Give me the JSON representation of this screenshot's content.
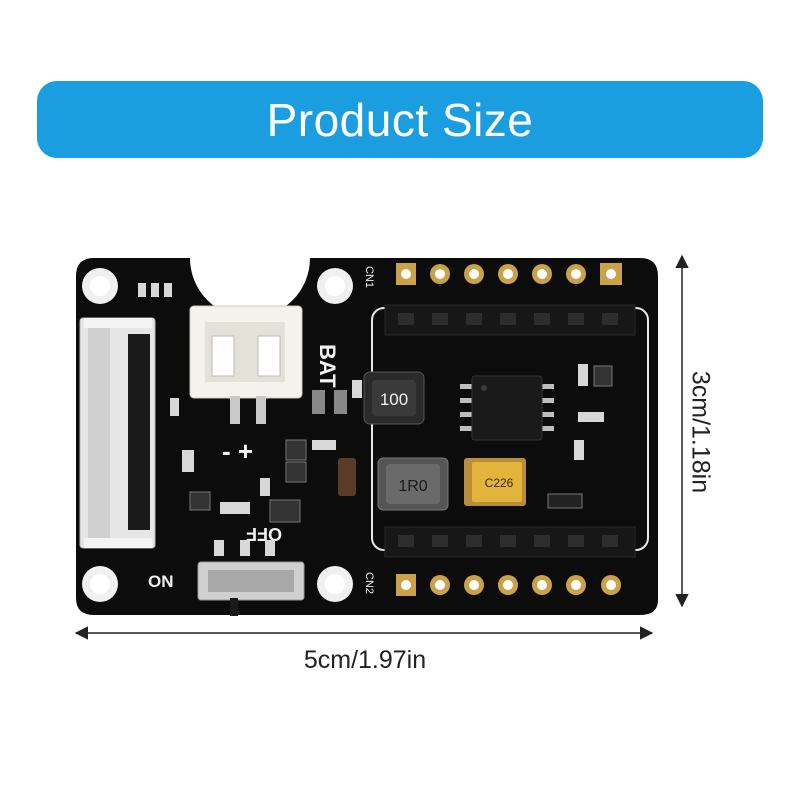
{
  "banner": {
    "title": "Product Size",
    "color": "#1a9ee0"
  },
  "board": {
    "color": "#0c0c0c",
    "silkscreen": {
      "bat": "BAT",
      "off": "OFF",
      "on": "ON",
      "cn1": "CN1",
      "cn2": "CN2",
      "polarity": "- +"
    },
    "components": {
      "inductor_large": "100",
      "inductor_small": "1R0",
      "capacitor": "C226"
    }
  },
  "dimensions": {
    "width": "5cm/1.97in",
    "height": "3cm/1.18in"
  }
}
